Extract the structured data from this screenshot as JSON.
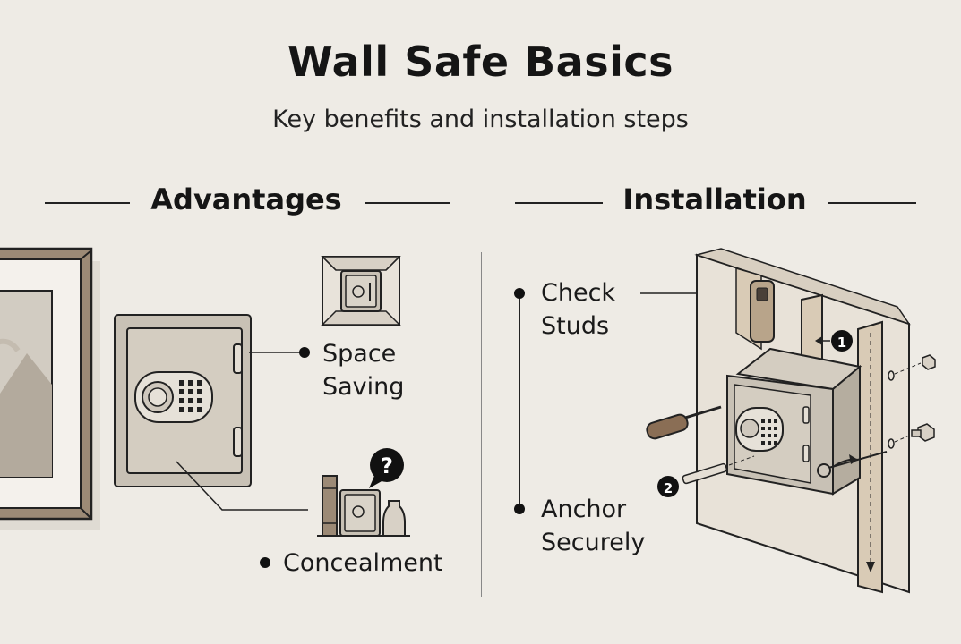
{
  "title": "Wall Safe Basics",
  "subtitle": "Key benefits and installation steps",
  "advantages": {
    "heading": "Advantages",
    "items": [
      {
        "label_line1": "Space",
        "label_line2": "Saving",
        "icon": "compact-safe-icon"
      },
      {
        "label": "Concealment",
        "icon": "hidden-safe-icon"
      }
    ]
  },
  "installation": {
    "heading": "Installation",
    "steps": [
      {
        "label_line1": "Check",
        "label_line2": "Studs",
        "marker": "1"
      },
      {
        "label_line1": "Anchor",
        "label_line2": "Securely",
        "marker": "2"
      }
    ]
  },
  "colors": {
    "background": "#eeebe5",
    "safe_body": "#cfc8bd",
    "wood": "#d9cbb6",
    "frame": "#9c8a76",
    "text": "#151515"
  }
}
